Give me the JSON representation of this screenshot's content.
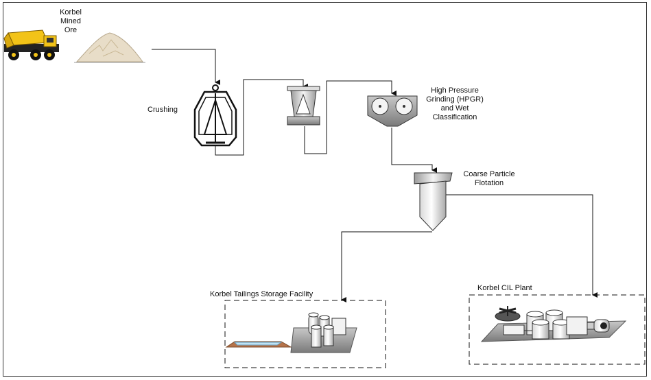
{
  "labels": {
    "ore": "Korbel\nMined\nOre",
    "crushing": "Crushing",
    "hpgr": "High Pressure\nGrinding (HPGR)\nand Wet\nClassification",
    "flotation": "Coarse Particle\nFlotation",
    "tailings": "Korbel Tailings Storage Facility",
    "cil": "Korbel CIL Plant"
  },
  "icons": [
    "haul-truck-icon",
    "ore-pile-icon",
    "cone-crusher-icon",
    "secondary-crusher-icon",
    "hpgr-icon",
    "flotation-cell-icon",
    "tailings-facility-icon",
    "cil-plant-icon"
  ],
  "colors": {
    "truck": "#f2c318",
    "pile": "#e8ddc8",
    "water": "#bfe3f5",
    "soil": "#b5734a",
    "equipment_light": "#f2f2f2",
    "equipment_dark": "#8a8a8a"
  }
}
